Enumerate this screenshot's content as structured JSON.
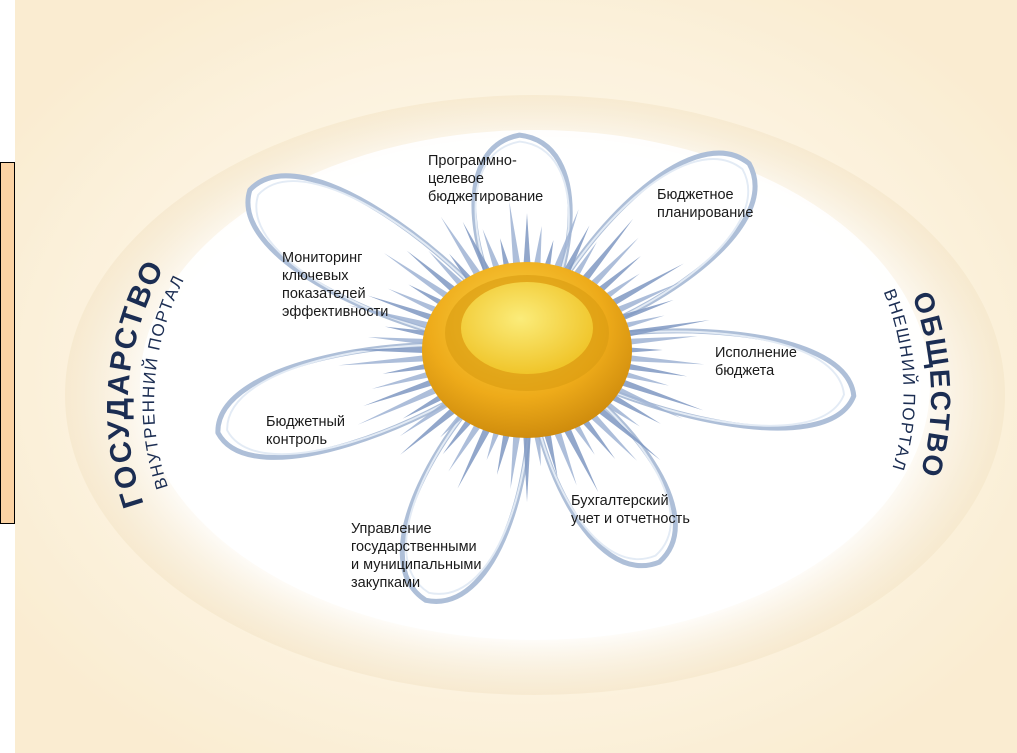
{
  "colors": {
    "background": "#fdf2dc",
    "petal_fill": "#ffffff",
    "petal_stroke": "#aebfd8",
    "center_outer": "#f2b61a",
    "center_inner": "#f7dc4a",
    "side_box": "#fbd3a4",
    "portal_text": "#1b2d52"
  },
  "left_portal": {
    "title": "ГОСУДАРСТВО",
    "subtitle": "ВНУТРЕННИЙ ПОРТАЛ"
  },
  "right_portal": {
    "title": "ОБЩЕСТВО",
    "subtitle": "ВНЕШНИЙ ПОРТАЛ"
  },
  "petals": [
    {
      "id": "program",
      "lines": [
        "Программно-",
        "целевое",
        "бюджетирование"
      ]
    },
    {
      "id": "planning",
      "lines": [
        "Бюджетное",
        "планирование"
      ]
    },
    {
      "id": "execution",
      "lines": [
        "Исполнение",
        "бюджета"
      ]
    },
    {
      "id": "accounting",
      "lines": [
        "Бухгалтерский",
        "учет и отчетность"
      ]
    },
    {
      "id": "procurement",
      "lines": [
        "Управление",
        "государственными",
        "и муниципальными",
        "закупками"
      ]
    },
    {
      "id": "control",
      "lines": [
        "Бюджетный",
        "контроль"
      ]
    },
    {
      "id": "monitoring",
      "lines": [
        "Мониторинг",
        "ключевых",
        "показателей",
        "эффективности"
      ]
    }
  ]
}
